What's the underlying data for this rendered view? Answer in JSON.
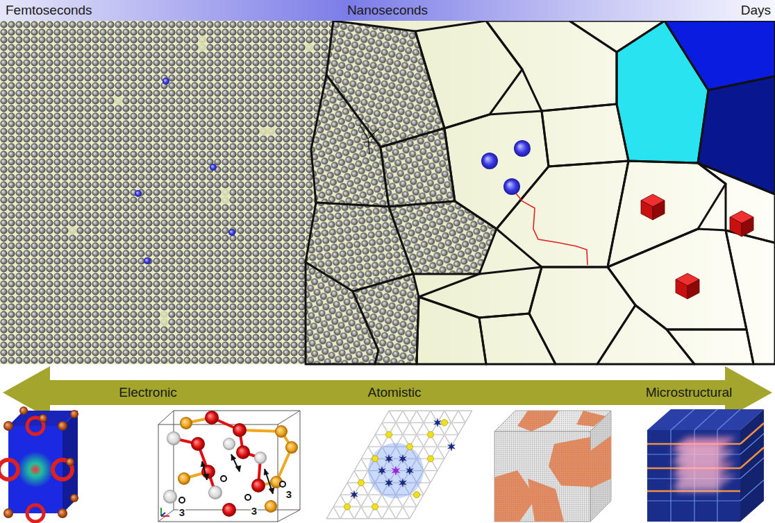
{
  "diagram": {
    "labels": [
      "Femtoseconds",
      "Nanoseconds",
      "Days",
      "Electronic",
      "Atomistic",
      "Microstructural",
      "3",
      "3",
      "3"
    ]
  }
}
